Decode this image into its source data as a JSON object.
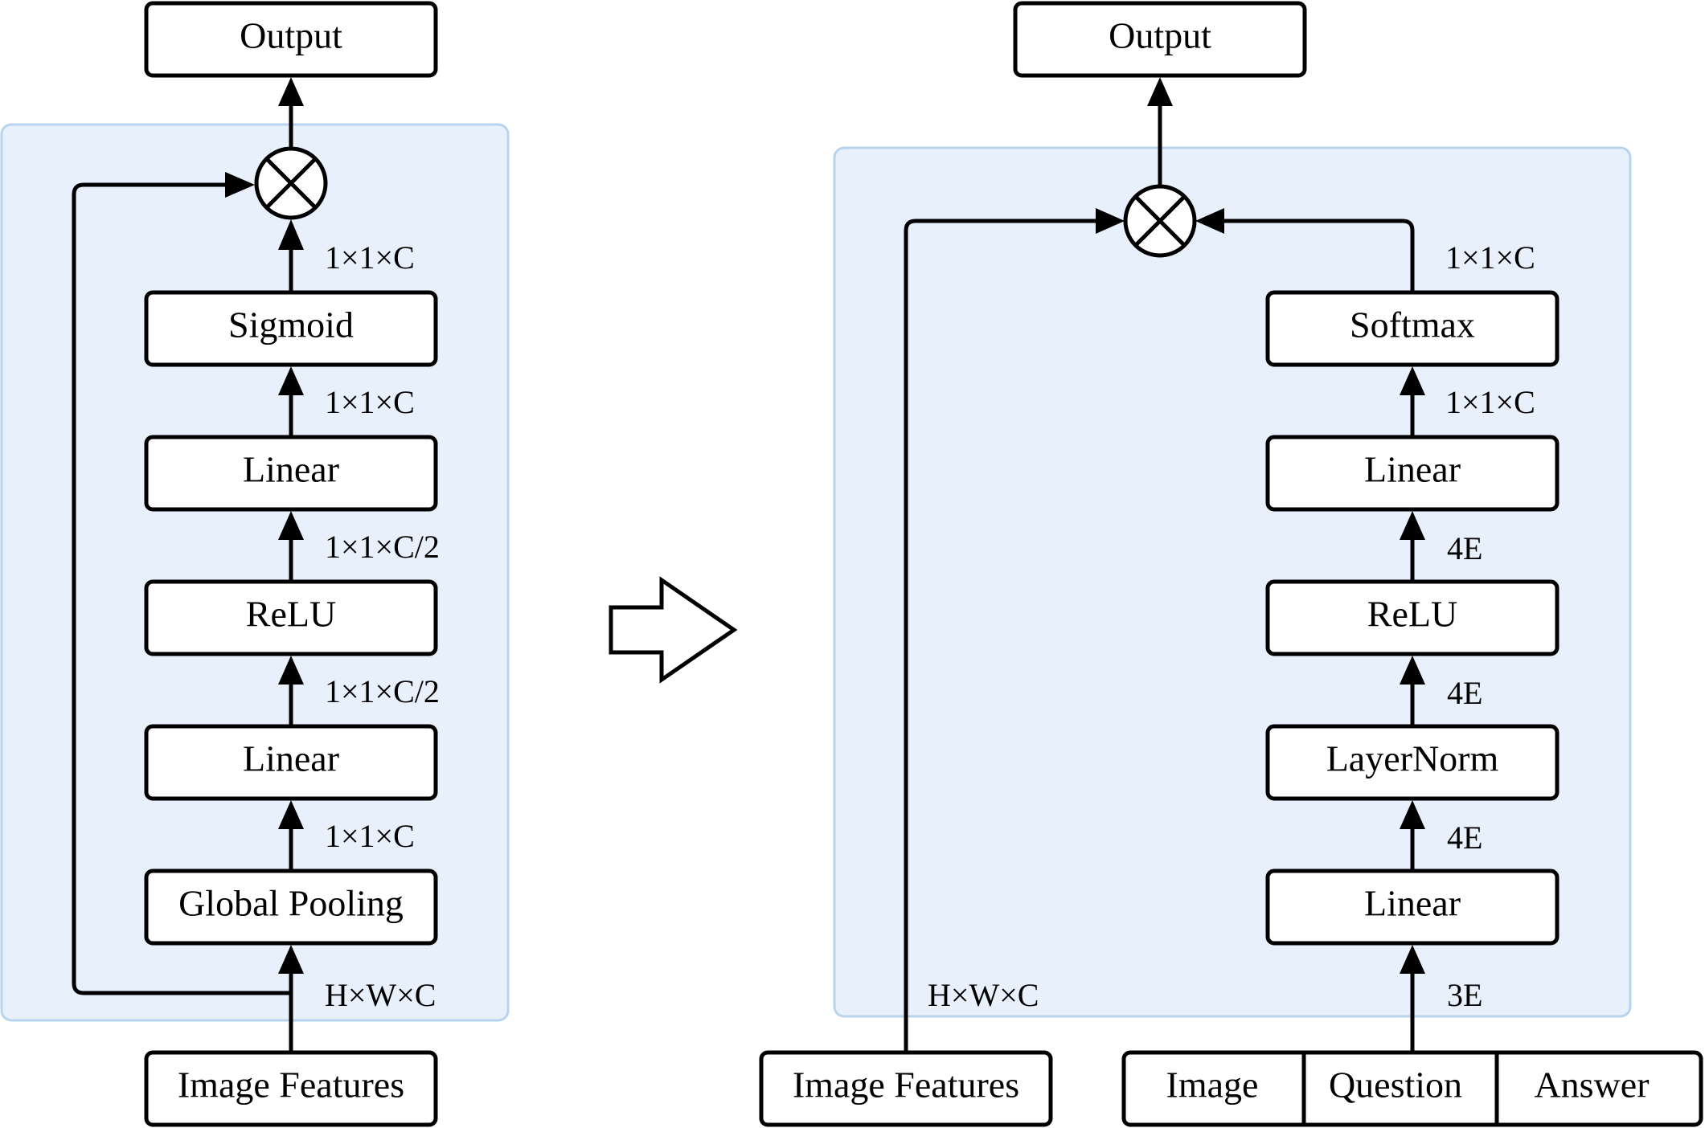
{
  "colors": {
    "panel_fill": "#e8f0fb",
    "panel_border": "#b9d3ee",
    "stroke": "#000000",
    "box_fill": "#ffffff"
  },
  "left": {
    "output_label": "Output",
    "multiply_icon": "circled-times-icon",
    "sigmoid_label": "Sigmoid",
    "linear2_label": "Linear",
    "relu_label": "ReLU",
    "linear1_label": "Linear",
    "pooling_label": "Global Pooling",
    "input_label": "Image Features",
    "dims": {
      "sigmoid_out": "1×1×C",
      "linear2_out": "1×1×C",
      "relu_out": "1×1×C/2",
      "linear1_out": "1×1×C/2",
      "pooling_out": "1×1×C",
      "input": "H×W×C"
    }
  },
  "transition": {
    "arrow_icon": "hollow-right-arrow-icon"
  },
  "right": {
    "output_label": "Output",
    "multiply_icon": "circled-times-icon",
    "softmax_label": "Softmax",
    "linear2_label": "Linear",
    "relu_label": "ReLU",
    "layernorm_label": "LayerNorm",
    "linear1_label": "Linear",
    "image_features_label": "Image Features",
    "inputs": [
      "Image",
      "Question",
      "Answer"
    ],
    "dims": {
      "softmax_out": "1×1×C",
      "linear2_out": "1×1×C",
      "relu_out": "4E",
      "layernorm_out": "4E",
      "linear1_out": "4E",
      "concat_in": "3E",
      "image_features": "H×W×C"
    }
  }
}
